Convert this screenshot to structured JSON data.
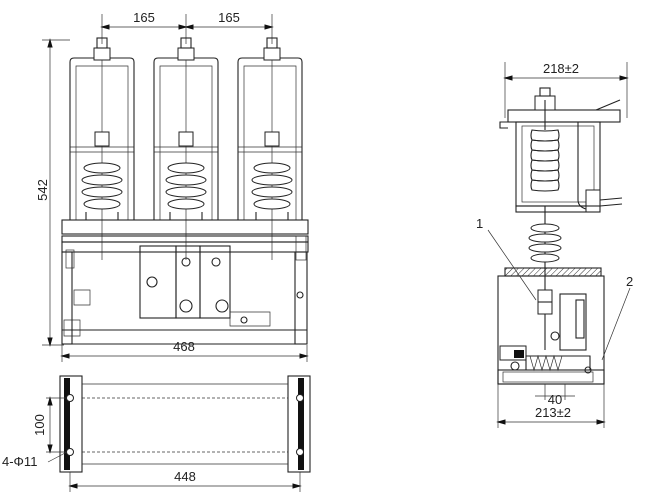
{
  "front_view": {
    "dim_pitch_left": "165",
    "dim_pitch_right": "165",
    "dim_height": "542",
    "dim_width": "468"
  },
  "side_view": {
    "dim_top_width": "218±2",
    "dim_bottom_width": "213±2",
    "dim_base_offset": "40",
    "callout_1": "1",
    "callout_2": "2"
  },
  "mounting_view": {
    "dim_hole_spacing_v": "100",
    "dim_hole_spacing_h": "448",
    "hole_spec": "4-Φ11"
  }
}
